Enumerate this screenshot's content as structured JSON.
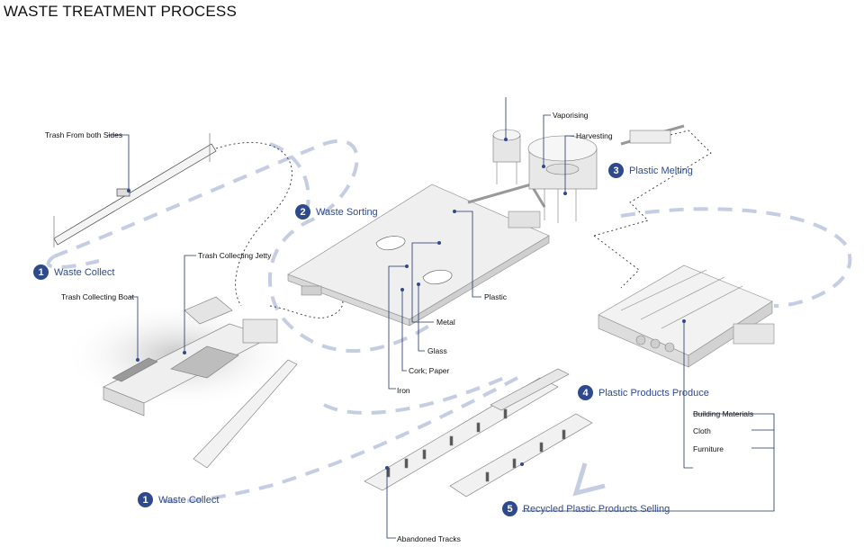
{
  "title": "WASTE TREATMENT PROCESS",
  "steps": [
    {
      "num": "1",
      "label": "Waste Collect"
    },
    {
      "num": "2",
      "label": "Waste Sorting"
    },
    {
      "num": "3",
      "label": "Plastic Melting"
    },
    {
      "num": "4",
      "label": "Plastic Products Produce"
    },
    {
      "num": "1",
      "label": "Waste Collect"
    },
    {
      "num": "5",
      "label": "Recycled Plastic Products Selling"
    }
  ],
  "labels": {
    "trash_both_sides": "Trash From both Sides",
    "trash_jetty": "Trash Collecting Jetty",
    "trash_boat": "Trash Collecting Boat",
    "vaporising": "Vaporising",
    "harvesting": "Harvesting",
    "plastic": "Plastic",
    "metal": "Metal",
    "glass": "Glass",
    "cork_paper": "Cork; Paper",
    "iron": "Iron",
    "building_materials": "Building Materials",
    "cloth": "Cloth",
    "furniture": "Furniture",
    "abandoned_tracks": "Abandoned Tracks"
  },
  "colors": {
    "accent": "#2f4a8c",
    "dash": "#c5cde3",
    "structure": "#e9e9e9",
    "line": "#222222"
  }
}
